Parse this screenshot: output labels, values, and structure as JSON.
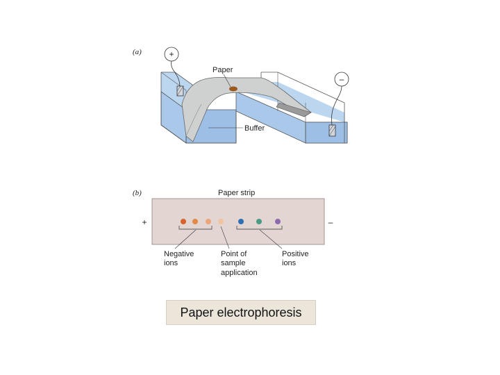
{
  "diagram_a": {
    "panel_label": "(a)",
    "paper_label": "Paper",
    "buffer_label": "Buffer",
    "positive_symbol": "+",
    "negative_symbol": "–"
  },
  "diagram_b": {
    "panel_label": "(b)",
    "strip_label": "Paper strip",
    "positive_symbol": "+",
    "negative_symbol": "–",
    "group_negative_line1": "Negative",
    "group_negative_line2": "ions",
    "group_origin_line1": "Point of",
    "group_origin_line2": "sample",
    "group_origin_line3": "application",
    "group_positive_line1": "Positive",
    "group_positive_line2": "ions",
    "spot_colors": [
      "#d9602a",
      "#e08a45",
      "#eba57b",
      "#efc2a0",
      "#2f6fb5",
      "#4a9a86",
      "#8b6bb0"
    ]
  },
  "caption": "Paper electrophoresis",
  "colors": {
    "buffer": "#a9c8ea",
    "paper": "#cfd0d0",
    "strip": "#e3d6d2",
    "sample": "#9a5a1e"
  }
}
